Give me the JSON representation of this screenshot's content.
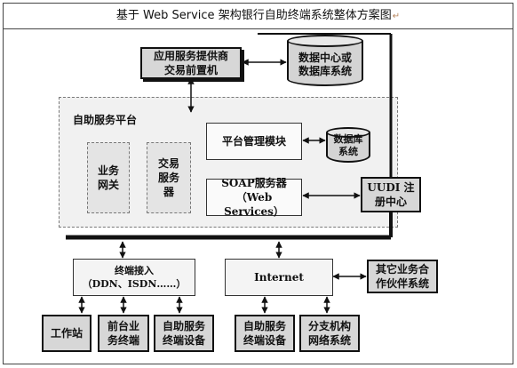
{
  "title": "基于 Web Service 架构银行自助终端系统整体方案图",
  "para_mark": "↵",
  "boxes": {
    "provider": [
      "应用服务提供商",
      "交易前置机"
    ],
    "top_db": [
      "数据中心或",
      "数据库系统"
    ],
    "platform_label": "自助服务平台",
    "gateway": [
      "业务",
      "网关"
    ],
    "tx_server": [
      "交易",
      "服务",
      "器"
    ],
    "mgmt": "平台管理模块",
    "mid_db": [
      "数据库",
      "系统"
    ],
    "soap": [
      "SOAP服务器",
      "（Web Services）"
    ],
    "uddi": [
      "UUDI 注",
      "册中心"
    ],
    "terminal_access": [
      "终端接入",
      "（DDN、ISDN……）"
    ],
    "internet": "Internet",
    "partners": [
      "其它业务合",
      "作伙伴系统"
    ],
    "workstation": "工作站",
    "front_terminal": [
      "前台业",
      "务终端"
    ],
    "self_device_1": [
      "自助服务",
      "终端设备"
    ],
    "self_device_2": [
      "自助服务",
      "终端设备"
    ],
    "branch": [
      "分支机构",
      "网络系统"
    ]
  }
}
